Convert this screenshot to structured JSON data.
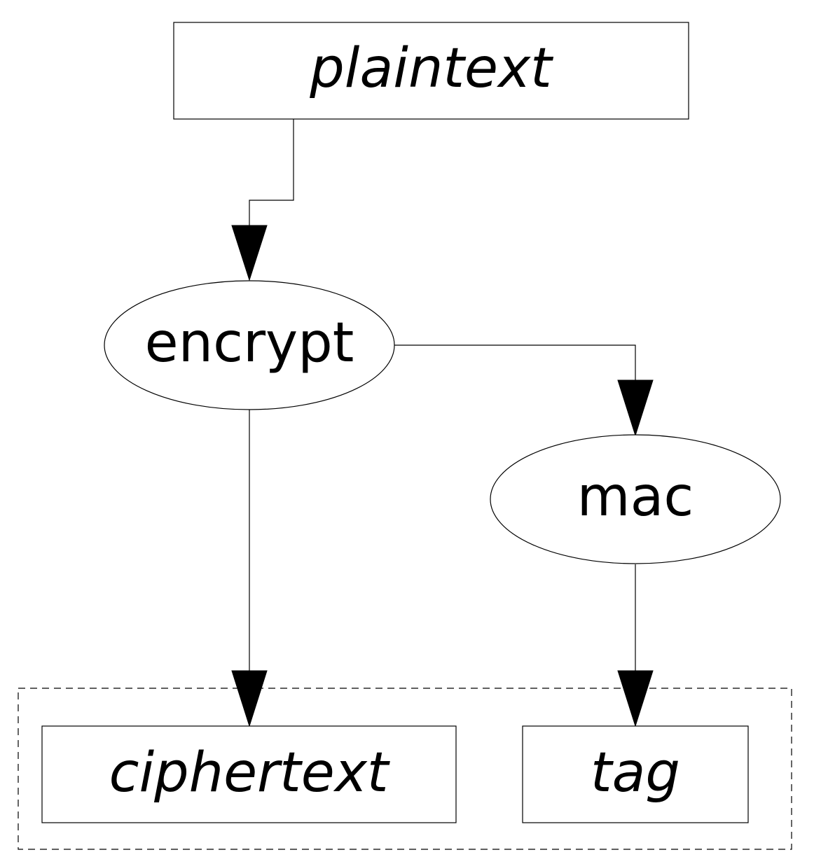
{
  "nodes": {
    "plaintext": {
      "label": "plaintext",
      "shape": "box",
      "italic": true
    },
    "encrypt": {
      "label": "encrypt",
      "shape": "ellipse",
      "italic": false
    },
    "mac": {
      "label": "mac",
      "shape": "ellipse",
      "italic": false
    },
    "ciphertext": {
      "label": "ciphertext",
      "shape": "box",
      "italic": true
    },
    "tag": {
      "label": "tag",
      "shape": "box",
      "italic": true
    }
  },
  "edges": [
    {
      "from": "plaintext",
      "to": "encrypt"
    },
    {
      "from": "encrypt",
      "to": "mac"
    },
    {
      "from": "encrypt",
      "to": "ciphertext"
    },
    {
      "from": "mac",
      "to": "tag"
    }
  ],
  "groups": [
    {
      "members": [
        "ciphertext",
        "tag"
      ],
      "style": "dashed"
    }
  ],
  "colors": {
    "stroke": "#000000",
    "fill": "#ffffff",
    "background": "#ffffff"
  }
}
